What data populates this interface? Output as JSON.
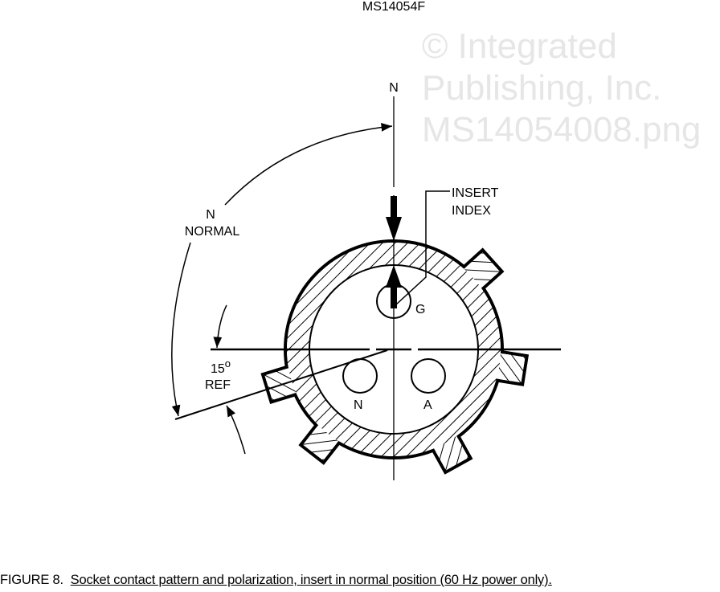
{
  "header": {
    "document_id": "MS14054F"
  },
  "figure": {
    "labels": {
      "north": "N",
      "n_normal_line1": "N",
      "n_normal_line2": "NORMAL",
      "insert_index_line1": "INSERT",
      "insert_index_line2": "INDEX",
      "angle_value": "15",
      "angle_degree": "o",
      "angle_ref": "REF",
      "contact_g": "G",
      "contact_n": "N",
      "contact_a": "A"
    },
    "watermark": {
      "line1": "© Integrated",
      "line2": "Publishing, Inc.",
      "line3": "MS14054008.png"
    }
  },
  "caption": {
    "number": "FIGURE 8.",
    "text": "Socket contact pattern and polarization, insert in normal position (60 Hz power only)."
  }
}
